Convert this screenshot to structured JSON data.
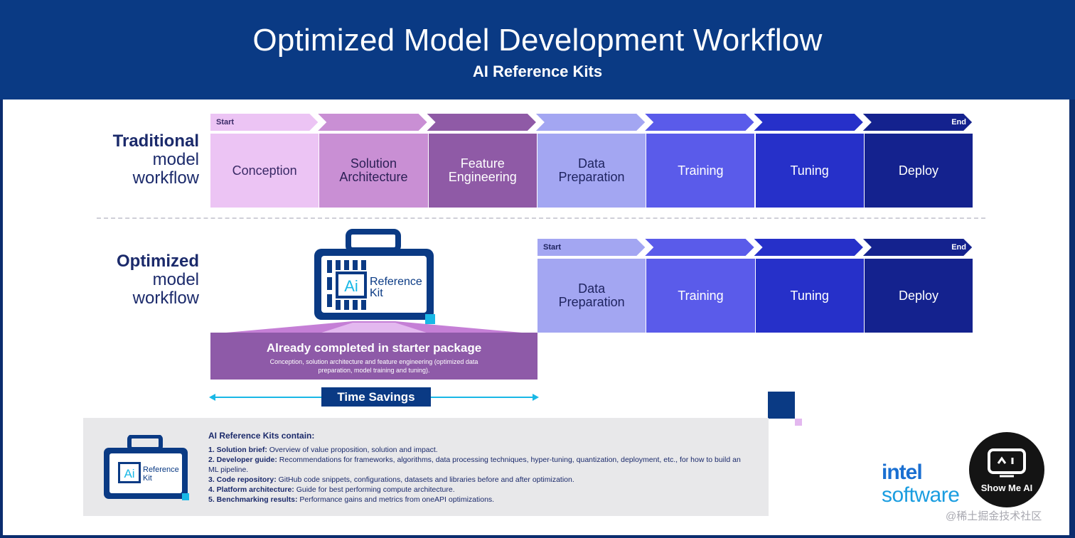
{
  "header": {
    "title": "Optimized Model Development Workflow",
    "subtitle": "AI Reference Kits"
  },
  "traditional": {
    "label_bold": "Traditional",
    "label_line2": "model",
    "label_line3": "workflow",
    "start_label": "Start",
    "end_label": "End",
    "steps": [
      {
        "label": "Conception",
        "bg": "#ecc4f4",
        "fg": "#3a2a66"
      },
      {
        "label": "Solution\nArchitecture",
        "bg": "#c98fd4",
        "fg": "#2b1f55"
      },
      {
        "label": "Feature\nEngineering",
        "bg": "#8f5aa6",
        "fg": "#ffffff"
      },
      {
        "label": "Data\nPreparation",
        "bg": "#a3a6f2",
        "fg": "#1f2460"
      },
      {
        "label": "Training",
        "bg": "#5a5bea",
        "fg": "#ffffff"
      },
      {
        "label": "Tuning",
        "bg": "#2630c9",
        "fg": "#ffffff"
      },
      {
        "label": "Deploy",
        "bg": "#14228e",
        "fg": "#ffffff"
      }
    ]
  },
  "optimized": {
    "label_bold": "Optimized",
    "label_line2": "model",
    "label_line3": "workflow",
    "start_label": "Start",
    "end_label": "End",
    "steps": [
      {
        "label": "Data\nPreparation",
        "bg": "#a3a6f2",
        "fg": "#1f2460"
      },
      {
        "label": "Training",
        "bg": "#5a5bea",
        "fg": "#ffffff"
      },
      {
        "label": "Tuning",
        "bg": "#2630c9",
        "fg": "#ffffff"
      },
      {
        "label": "Deploy",
        "bg": "#14228e",
        "fg": "#ffffff"
      }
    ]
  },
  "kit_icon": {
    "ai": "Ai",
    "line1": "Reference",
    "line2": "Kit"
  },
  "starter": {
    "title": "Already completed in starter package",
    "desc": "Conception, solution architecture and feature engineering (optimized data preparation, model training and tuning)."
  },
  "time_savings": "Time Savings",
  "info": {
    "heading": "AI Reference Kits contain:",
    "items": [
      {
        "num": "1.",
        "bold": "Solution brief:",
        "text": " Overview of value proposition, solution and impact."
      },
      {
        "num": "2.",
        "bold": "Developer guide:",
        "text": " Recommendations for frameworks, algorithms, data processing techniques, hyper-tuning, quantization, deployment, etc., for how to build an ML pipeline."
      },
      {
        "num": "3.",
        "bold": "Code repository:",
        "text": " GitHub code snippets, configurations, datasets and libraries before and after optimization."
      },
      {
        "num": "4.",
        "bold": "Platform architecture:",
        "text": " Guide for best performing compute architecture."
      },
      {
        "num": "5.",
        "bold": "Benchmarking results:",
        "text": " Performance gains and metrics from oneAPI optimizations."
      }
    ]
  },
  "brand": {
    "intel": "intel",
    "software": "software"
  },
  "watermark": {
    "badge": "Show Me AI",
    "site": "@稀土掘金技术社区"
  },
  "colors": {
    "header_bg": "#0a3a84",
    "accent_cyan": "#19b8e6",
    "kit_blue": "#0a3a84"
  }
}
